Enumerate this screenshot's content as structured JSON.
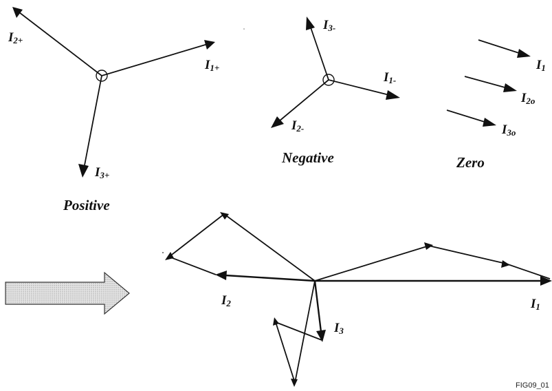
{
  "positive": {
    "caption": "Positive",
    "i1": {
      "main": "I",
      "sub": "1+"
    },
    "i2": {
      "main": "I",
      "sub": "2+"
    },
    "i3": {
      "main": "I",
      "sub": "3+"
    }
  },
  "negative": {
    "caption": "Negative",
    "i1": {
      "main": "I",
      "sub": "1-"
    },
    "i2": {
      "main": "I",
      "sub": "2-"
    },
    "i3": {
      "main": "I",
      "sub": "3-"
    }
  },
  "zero": {
    "caption": "Zero",
    "i1": {
      "main": "I",
      "sub": "1"
    },
    "i2": {
      "main": "I",
      "sub": "2o"
    },
    "i3": {
      "main": "I",
      "sub": "3o"
    }
  },
  "combined": {
    "i1": {
      "main": "I",
      "sub": "1"
    },
    "i2": {
      "main": "I",
      "sub": "2"
    },
    "i3": {
      "main": "I",
      "sub": "3"
    }
  },
  "figure_id": "FIG09_01",
  "colors": {
    "ink": "#111111",
    "arrow_fill": "#cfcfcf",
    "arrow_stroke": "#333333"
  }
}
